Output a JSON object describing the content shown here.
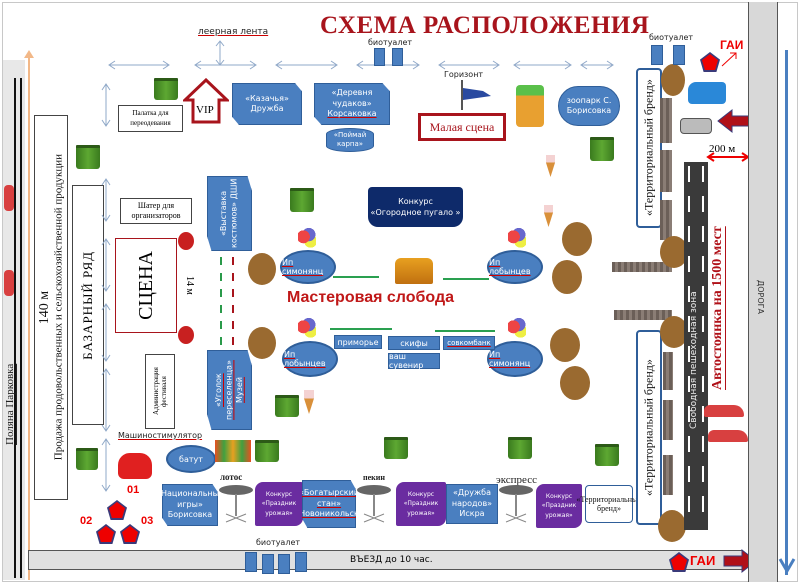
{
  "title": "СХЕМА РАСПОЛОЖЕНИЯ",
  "labels": {
    "leer_lenta": "леерная лента",
    "biotualet_top": "биотуалет",
    "biotualet_right": "биотуалет",
    "biotualet_bottom": "биотуалет",
    "gorizont": "Горизонт",
    "gai_top": "ГАИ",
    "gai_bottom": "ГАИ",
    "distance_200": "200 м",
    "distance_140": "140 м",
    "distance_14": "14 м",
    "doroga": "ДОРОГА",
    "parking": "Автостоянка на 1500 мест",
    "pedestrian_zone": "Свободная пешеходная зона",
    "polyana": "Поляна Парковка",
    "sale": "Продажа продовольственных и сельскохозяйственной продукции",
    "bazar": "БАЗАРНЫЙ РЯД",
    "entry": "ВЪЕЗД до 10 час.",
    "mashinostimulyator": "Машиностимулятор",
    "masterovaya": "Мастеровая слобода",
    "lotos": "лотос",
    "pekin": "пекин",
    "express": "экспресс"
  },
  "boxes": {
    "palatka": "Палатка для переодевания",
    "vip": "VIP",
    "kazachya": "«Казачья» Дружба",
    "derevnya_1": "«Деревня",
    "derevnya_2": "чудаков»",
    "derevnya_3": "Корсаковка",
    "poimai": "«Поймай карпа»",
    "malaya_scena": "Малая сцена",
    "zoopark": "зоопарк С. Борисовка",
    "shater": "Шатер для организаторов",
    "scena": "СЦЕНА",
    "vystavka": "«Выставка костюмов» ДШИ",
    "ugolok": "«Уголок переселенца» Музей",
    "administration": "Администрация фестиваля",
    "konkurs_pugalo_1": "Конкурс",
    "konkurs_pugalo_2": "«Огородное пугало »",
    "batut": "батут",
    "nacionalnye": "«Национальные игры» Борисовка",
    "konkurs_urozhai_1": "Конкурс «Праздник урожая»",
    "konkurs_urozhai_2": "Конкурс «Праздник урожая»",
    "konkurs_urozhai_3": "Конкурс «Праздник урожая»",
    "bogatyrsky": "«Богатырский стан» Новоникольск",
    "druzhba": "«Дружба народов» Искра",
    "territ_bottom": "«Территориальный бренд»",
    "territ_right_top": "«Территориальный бренд»",
    "territ_right_bottom": "«Территориальный бренд»"
  },
  "vendors": {
    "ip_simonyants_1": "Ип симонянц",
    "ip_lobyntsev_1": "Ип лобынцев",
    "ip_lobyntsev_2": "Ип лобынцев",
    "ip_simonyants_2": "Ип симонянц",
    "primorye": "приморье",
    "skify": "скифы",
    "sovkombank": "совкомбанк",
    "vash_suvenir": "ваш сувенир"
  },
  "posts": [
    "01",
    "02",
    "03"
  ],
  "colors": {
    "title_red": "#a8141c",
    "shape_blue": "#4a7fc0",
    "navy": "#0e2a6a",
    "purple": "#6a2ca0",
    "bin_green": "#4f9a2a",
    "brown": "#9a6a30",
    "alert_red": "#e00000"
  }
}
